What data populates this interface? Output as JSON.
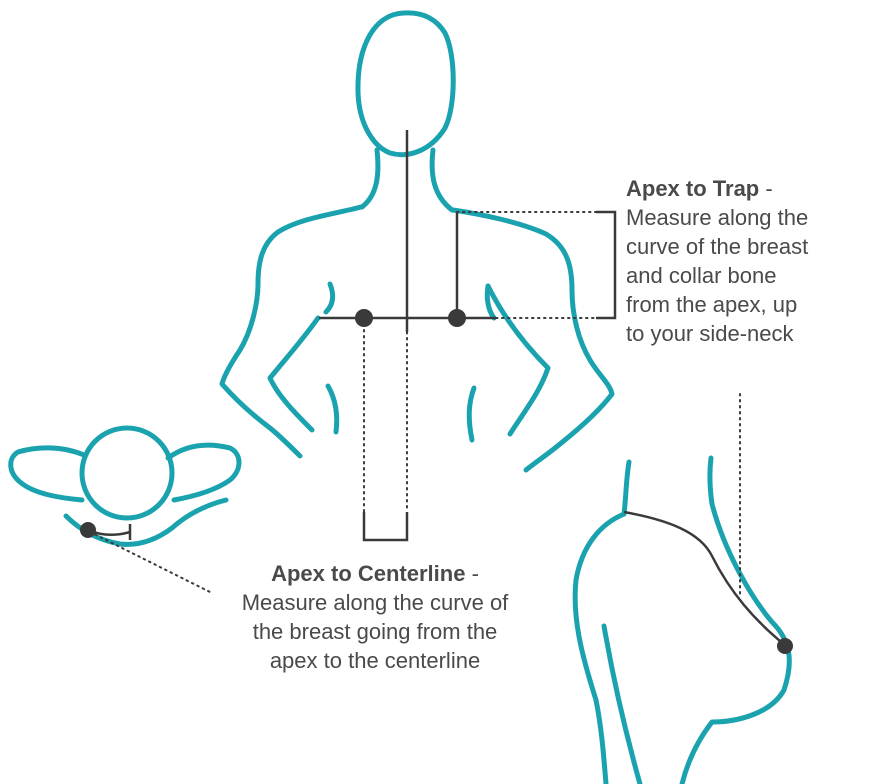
{
  "colors": {
    "outline": "#1aa3ae",
    "measure": "#3a3a3a",
    "marker": "#3a3a3a",
    "text": "#4a4a4a",
    "background": "#ffffff"
  },
  "annotations": {
    "apex_to_trap": {
      "term": "Apex to Trap",
      "separator": " -",
      "lines": [
        "Measure along the",
        "curve of the breast",
        "and collar bone",
        "from the apex, up",
        "to your side-neck"
      ]
    },
    "apex_to_centerline": {
      "term": "Apex to Centerline",
      "separator": " -",
      "lines": [
        "Measure along the curve of",
        "the breast going from the",
        "apex to the centerline"
      ]
    }
  }
}
